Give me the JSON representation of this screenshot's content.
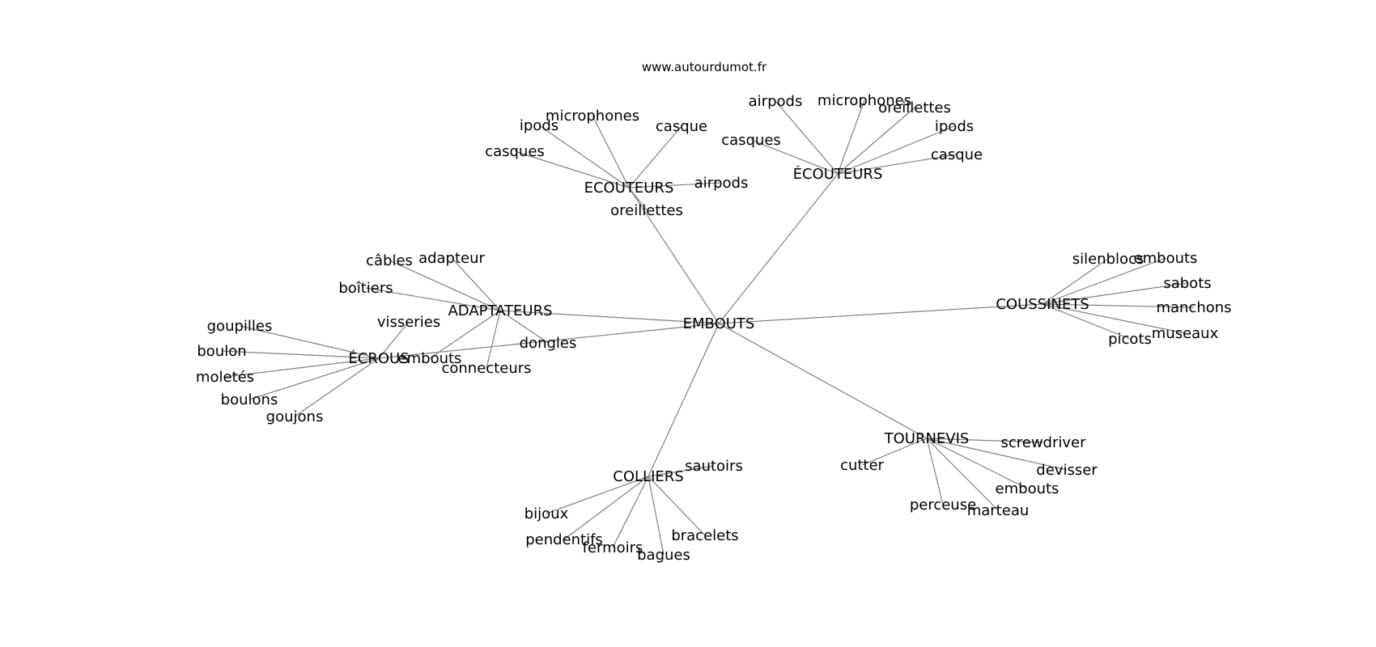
{
  "source_label": "www.autourdumot.fr",
  "colors": {
    "edge": "#808080",
    "text": "#000000",
    "background": "#ffffff"
  },
  "center": {
    "label": "EMBOUTS"
  },
  "clusters": [
    {
      "label": "ECOUTEURS",
      "leaves": [
        "microphones",
        "ipods",
        "casque",
        "casques",
        "airpods",
        "oreillettes"
      ]
    },
    {
      "label": "ÉCOUTEURS",
      "leaves": [
        "airpods",
        "microphones",
        "oreillettes",
        "ipods",
        "casques",
        "casque"
      ]
    },
    {
      "label": "ADAPTATEURS",
      "leaves": [
        "câbles",
        "adapteur",
        "boîtiers",
        "embouts",
        "dongles",
        "connecteurs"
      ]
    },
    {
      "label": "ÉCROUS",
      "leaves": [
        "visseries",
        "goupilles",
        "boulon",
        "moletés",
        "boulons",
        "goujons"
      ]
    },
    {
      "label": "COUSSINETS",
      "leaves": [
        "silenblocs",
        "embouts",
        "sabots",
        "manchons",
        "museaux",
        "picots"
      ]
    },
    {
      "label": "TOURNEVIS",
      "leaves": [
        "screwdriver",
        "cutter",
        "devisser",
        "embouts",
        "perceuse",
        "marteau"
      ]
    },
    {
      "label": "COLLIERS",
      "leaves": [
        "sautoirs",
        "bijoux",
        "pendentifs",
        "fermoirs",
        "bagues",
        "bracelets"
      ]
    }
  ]
}
